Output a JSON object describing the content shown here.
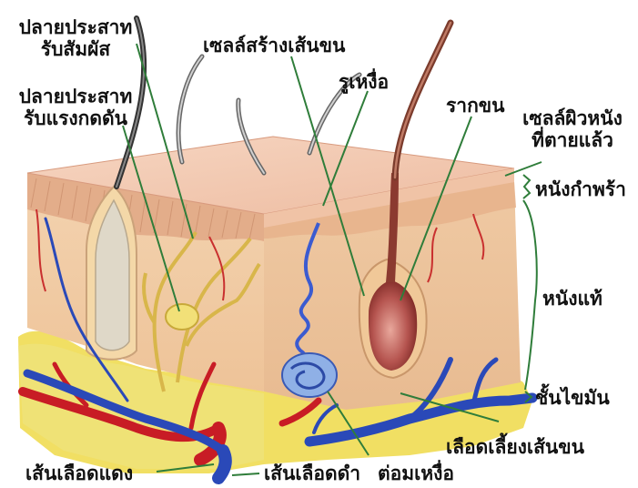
{
  "labels": {
    "nerve_touch_line1": "ปลายประสาท",
    "nerve_touch_line2": "รับสัมผัส",
    "nerve_pressure_line1": "ปลายประสาท",
    "nerve_pressure_line2": "รับแรงกดดัน",
    "hair_cell": "เซลล์สร้างเส้นขน",
    "sweat_pore": "รูเหงื่อ",
    "hair_root": "รากขน",
    "dead_cell_line1": "เซลล์ผิวหนัง",
    "dead_cell_line2": "ที่ตายแล้ว",
    "epidermis": "หนังกำพร้า",
    "dermis": "หนังแท้",
    "fat_layer": "ชั้นไขมัน",
    "hair_blood_vessel": "เลือดเลี้ยงเส้นขน",
    "artery": "เส้นเลือดแดง",
    "vein": "เส้นเลือดดำ",
    "sweat_gland": "ต่อมเหงื่อ"
  },
  "colors": {
    "skin_surface": "#f3c9b0",
    "dermis": "#f1cca6",
    "fat": "#f2e06a",
    "artery": "#d4202a",
    "vein": "#2b4fc0",
    "pointer_line": "#2f7d3a"
  }
}
